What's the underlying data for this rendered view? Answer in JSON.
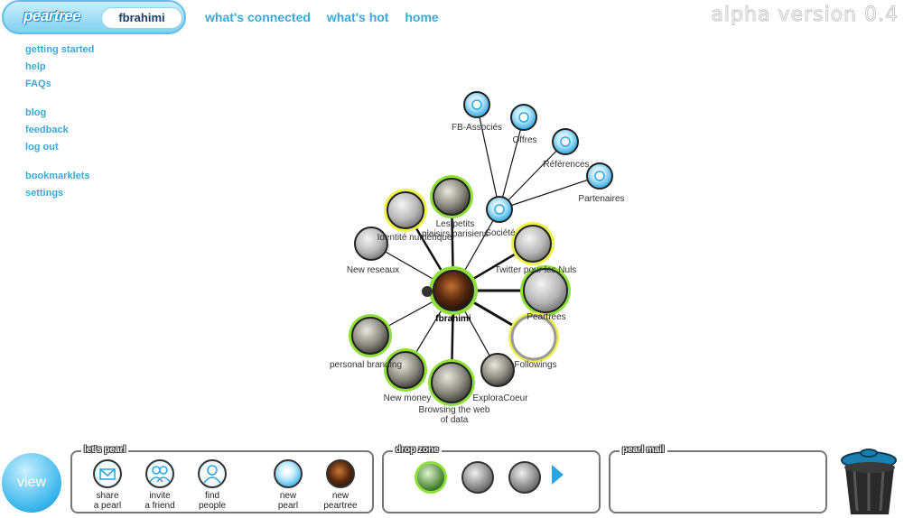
{
  "header": {
    "logo": "peartree",
    "username": "fbrahimi",
    "nav": [
      "what's connected",
      "what's hot",
      "home"
    ],
    "version": "alpha version 0.4"
  },
  "sidebar": {
    "groups": [
      [
        "getting started",
        "help",
        "FAQs"
      ],
      [
        "blog",
        "feedback",
        "log out"
      ],
      [
        "bookmarklets",
        "settings"
      ]
    ]
  },
  "graph": {
    "center": "fbrahimi",
    "nodes": [
      {
        "label": "FB-Associés",
        "kind": "pearl"
      },
      {
        "label": "Offres",
        "kind": "pearl"
      },
      {
        "label": "Références",
        "kind": "pearl"
      },
      {
        "label": "Partenaires",
        "kind": "pearl"
      },
      {
        "label": "Société",
        "kind": "pearl"
      },
      {
        "label": "Les petits plaisirs parisiens",
        "kind": "photo"
      },
      {
        "label": "Identité numérique",
        "kind": "gray"
      },
      {
        "label": "New reseaux",
        "kind": "gray"
      },
      {
        "label": "Twitter pour les Nuls",
        "kind": "gray"
      },
      {
        "label": "Peartrees",
        "kind": "gray"
      },
      {
        "label": "Followings",
        "kind": "white"
      },
      {
        "label": "ExploraCoeur",
        "kind": "photo"
      },
      {
        "label": "Browsing the web of data",
        "kind": "photo"
      },
      {
        "label": "New money",
        "kind": "photo"
      },
      {
        "label": "personal branding",
        "kind": "photo"
      }
    ]
  },
  "bottom": {
    "view_label": "view",
    "lets_pearl": {
      "title": "let's pearl",
      "tools": [
        {
          "label": "share\na pearl",
          "icon": "envelope-icon"
        },
        {
          "label": "invite\na friend",
          "icon": "people-icon"
        },
        {
          "label": "find\npeople",
          "icon": "person-icon"
        },
        {
          "label": "new\npearl",
          "icon": "pearl-icon"
        },
        {
          "label": "new\npeartree",
          "icon": "tree-icon"
        }
      ]
    },
    "drop_zone": {
      "title": "drop zone"
    },
    "pearl_mail": {
      "title": "pearl mail"
    }
  },
  "colors": {
    "accent": "#3aa9d8",
    "ring_green": "#8fe03a",
    "ring_yellow": "#f0f04a",
    "edge": "#111111"
  }
}
